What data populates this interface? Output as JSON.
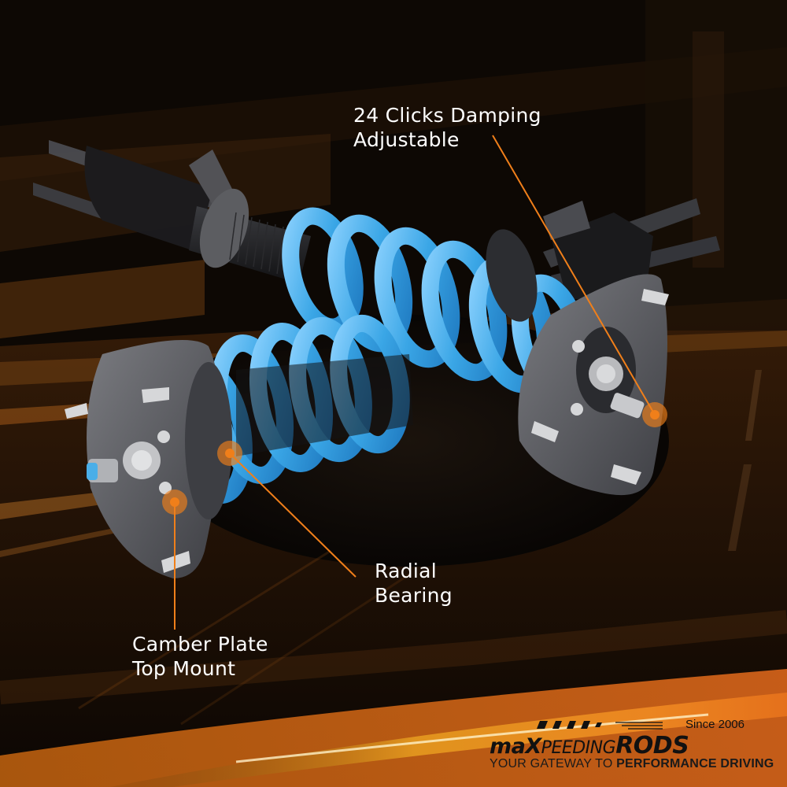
{
  "callouts": [
    {
      "id": "damping",
      "line1": "24 Clicks Damping",
      "line2": "Adjustable",
      "dot": [
        832,
        527
      ],
      "line_end": [
        626,
        172
      ]
    },
    {
      "id": "radial",
      "line1": "Radial",
      "line2": "Bearing",
      "dot": [
        292,
        576
      ],
      "line_end": [
        452,
        733
      ]
    },
    {
      "id": "camber",
      "line1": "Camber Plate",
      "line2": "Top Mount",
      "dot": [
        222,
        638
      ],
      "line_end": [
        222,
        800
      ]
    }
  ],
  "brand": {
    "name_prefix": "maX",
    "name_mid": "PEEDING",
    "name_suffix": "RODS",
    "since": "Since 2006",
    "tagline_light": "YOUR GATEWAY TO ",
    "tagline_bold": "PERFORMANCE DRIVING"
  },
  "colors": {
    "accent": "#f07f1a",
    "spring": "#3aa6e6",
    "text": "#ffffff",
    "background": "#0c0703",
    "glow": "#f5a623"
  }
}
